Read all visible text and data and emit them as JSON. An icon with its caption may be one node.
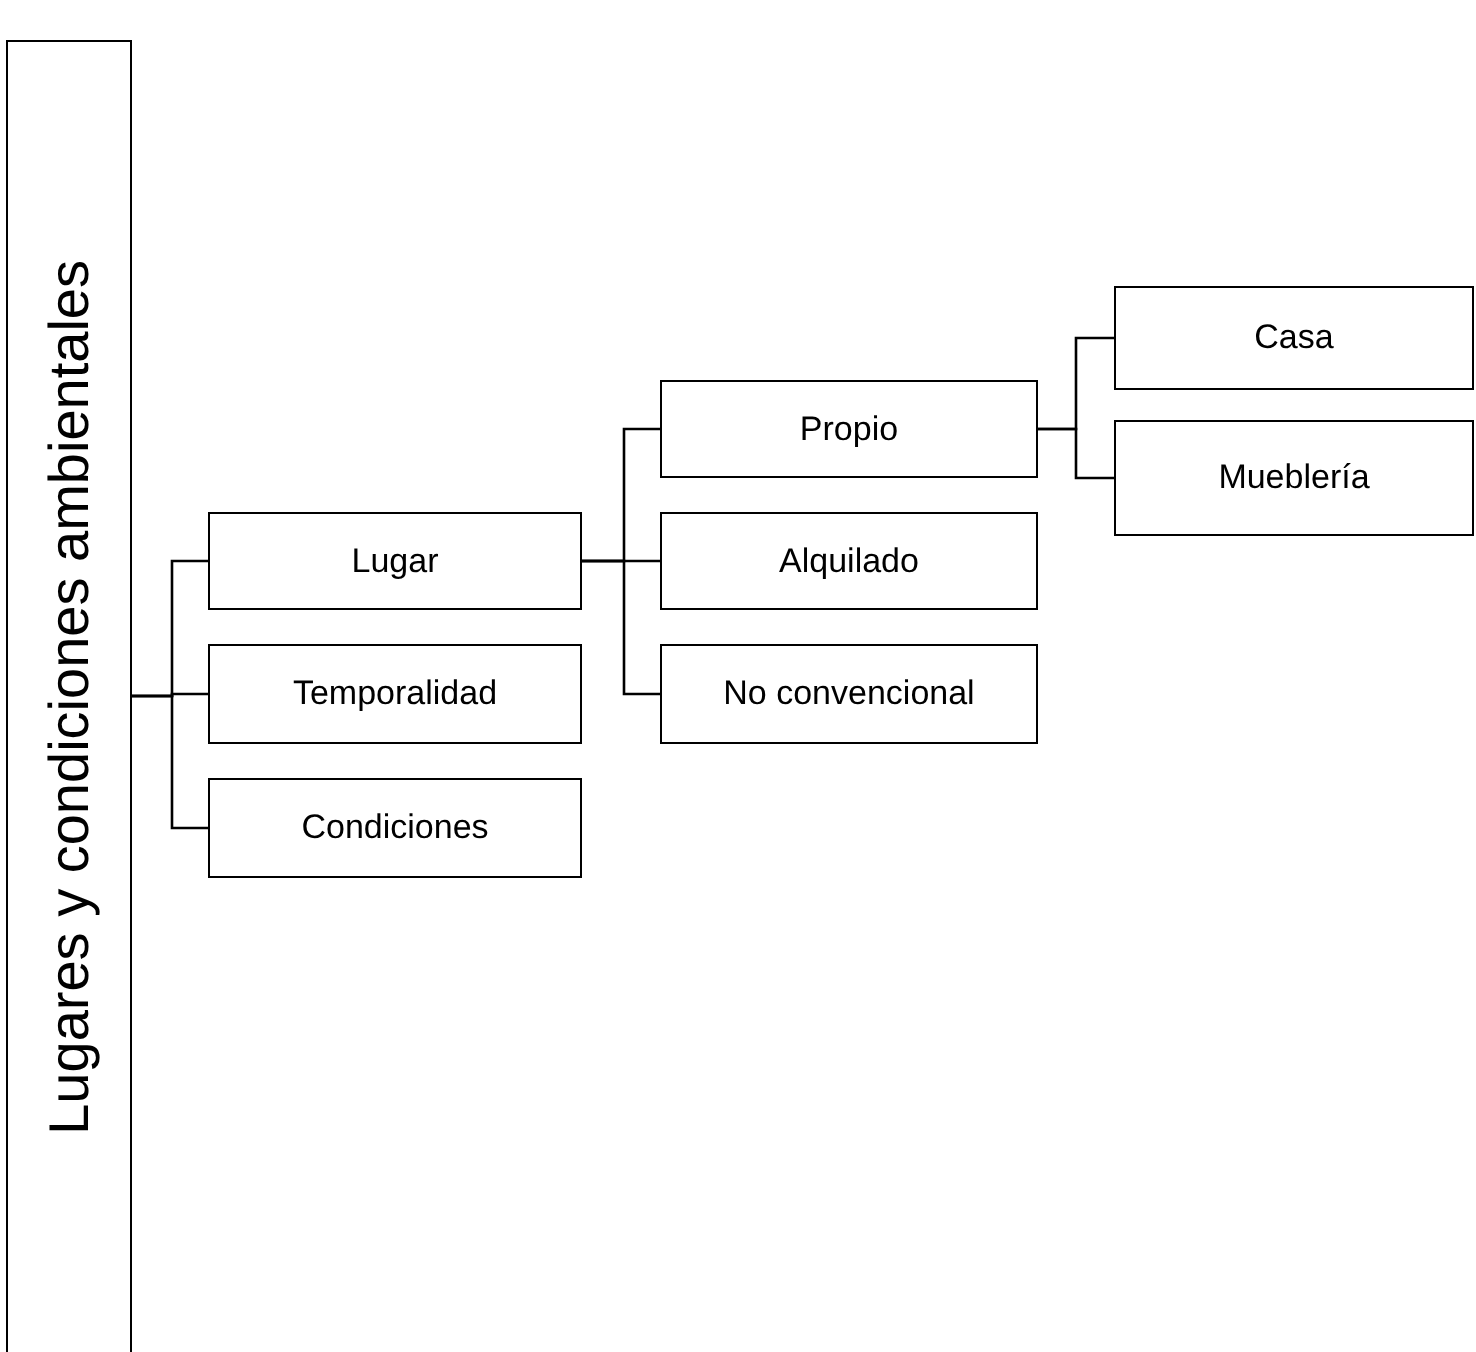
{
  "diagram": {
    "nodes": [
      {
        "text": [
          "Lugares y condiciones ambientales"
        ]
      },
      {
        "text": [
          "Lugar"
        ]
      },
      {
        "text": [
          "Temporalidad"
        ]
      },
      {
        "text": [
          "Condiciones"
        ]
      },
      {
        "text": [
          "Propio"
        ]
      },
      {
        "text": [
          "Alquilado"
        ]
      },
      {
        "text": [
          "No convencional"
        ]
      },
      {
        "text": [
          "Casa"
        ]
      },
      {
        "text": [
          "Mueblería"
        ]
      }
    ],
    "edges": [
      {
        "from": 0,
        "to": 1,
        "arrow": "none"
      },
      {
        "from": 0,
        "to": 2,
        "arrow": "none"
      },
      {
        "from": 0,
        "to": 3,
        "arrow": "none"
      },
      {
        "from": 1,
        "to": 4,
        "arrow": "none"
      },
      {
        "from": 1,
        "to": 5,
        "arrow": "none"
      },
      {
        "from": 1,
        "to": 6,
        "arrow": "none"
      },
      {
        "from": 4,
        "to": 7,
        "arrow": "none"
      },
      {
        "from": 4,
        "to": 8,
        "arrow": "none"
      }
    ]
  }
}
